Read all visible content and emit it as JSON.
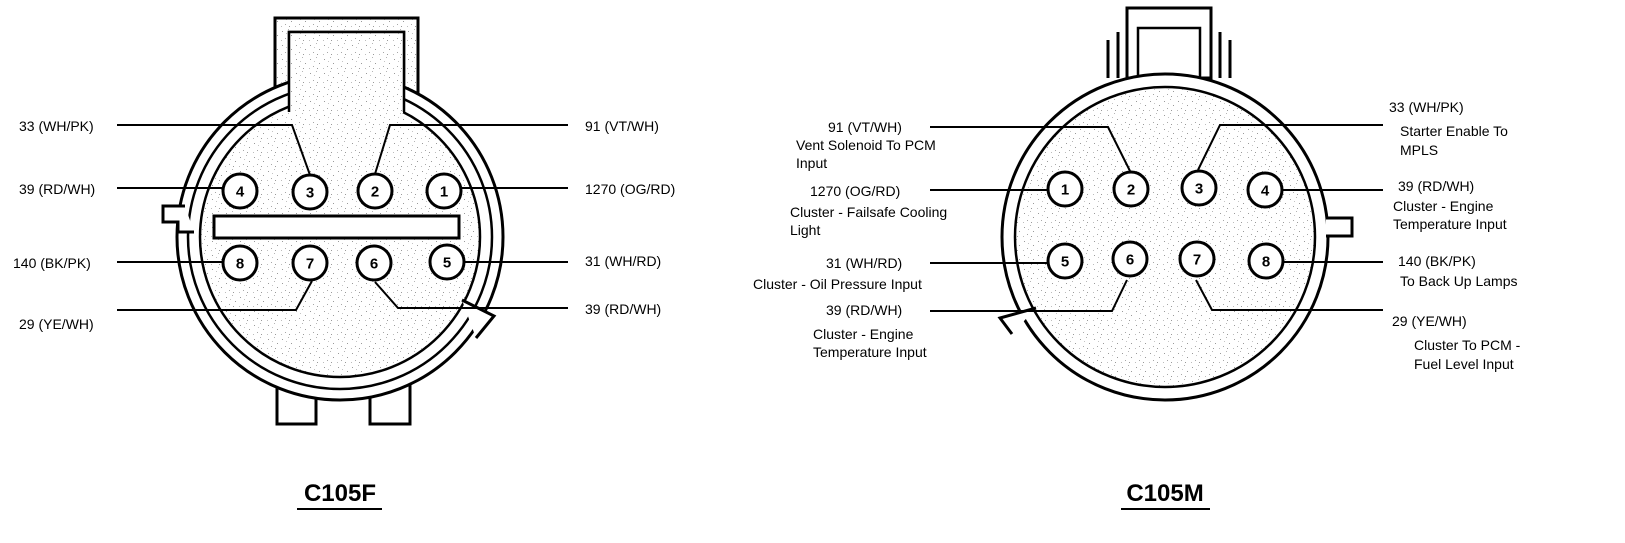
{
  "connectors": [
    {
      "id": "c105f",
      "title": "C105F",
      "pins": [
        "1",
        "2",
        "3",
        "4",
        "5",
        "6",
        "7",
        "8"
      ],
      "left_labels": [
        {
          "lines": [
            "33 (WH/PK)"
          ]
        },
        {
          "lines": [
            "39 (RD/WH)"
          ]
        },
        {
          "lines": [
            "140 (BK/PK)"
          ]
        },
        {
          "lines": [
            "29 (YE/WH)"
          ]
        }
      ],
      "right_labels": [
        {
          "lines": [
            "91 (VT/WH)"
          ]
        },
        {
          "lines": [
            "1270 (OG/RD)"
          ]
        },
        {
          "lines": [
            "31 (WH/RD)"
          ]
        },
        {
          "lines": [
            "39 (RD/WH)"
          ]
        }
      ]
    },
    {
      "id": "c105m",
      "title": "C105M",
      "pins": [
        "1",
        "2",
        "3",
        "4",
        "5",
        "6",
        "7",
        "8"
      ],
      "left_labels": [
        {
          "lines": [
            "91 (VT/WH)",
            "Vent Solenoid To PCM",
            "Input"
          ]
        },
        {
          "lines": [
            "1270 (OG/RD)",
            "Cluster - Failsafe Cooling",
            "Light"
          ]
        },
        {
          "lines": [
            "31 (WH/RD)",
            "Cluster -  Oil Pressure Input"
          ]
        },
        {
          "lines": [
            "39 (RD/WH)",
            "Cluster - Engine",
            "Temperature Input"
          ]
        }
      ],
      "right_labels": [
        {
          "lines": [
            "33 (WH/PK)",
            "Starter Enable To",
            "MPLS"
          ]
        },
        {
          "lines": [
            "39 (RD/WH)",
            "Cluster - Engine",
            "Temperature Input"
          ]
        },
        {
          "lines": [
            "140 (BK/PK)",
            "To Back Up Lamps"
          ]
        },
        {
          "lines": [
            "29 (YE/WH)",
            "Cluster To PCM -",
            "Fuel Level Input"
          ]
        }
      ]
    }
  ]
}
